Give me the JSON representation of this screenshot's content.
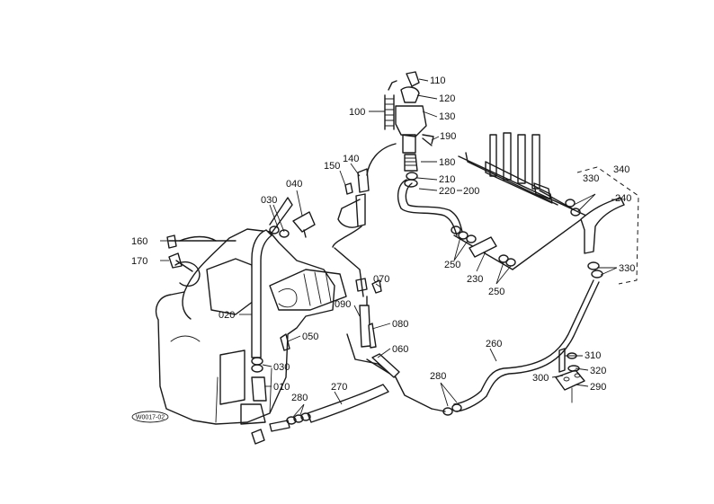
{
  "diagram_code": "W0017-02",
  "callouts": {
    "c010": "010",
    "c020": "020",
    "c030a": "030",
    "c030b": "030",
    "c040": "040",
    "c050": "050",
    "c060": "060",
    "c070": "070",
    "c080": "080",
    "c090": "090",
    "c100": "100",
    "c110": "110",
    "c120": "120",
    "c130": "130",
    "c140": "140",
    "c150": "150",
    "c160": "160",
    "c170": "170",
    "c180": "180",
    "c190": "190",
    "c200": "200",
    "c210": "210",
    "c220": "220",
    "c230": "230",
    "c240": "240",
    "c250a": "250",
    "c250b": "250",
    "c260": "260",
    "c270": "270",
    "c280a": "280",
    "c280b": "280",
    "c290": "290",
    "c300": "300",
    "c310": "310",
    "c320": "320",
    "c330a": "330",
    "c330b": "330",
    "c340": "340"
  }
}
